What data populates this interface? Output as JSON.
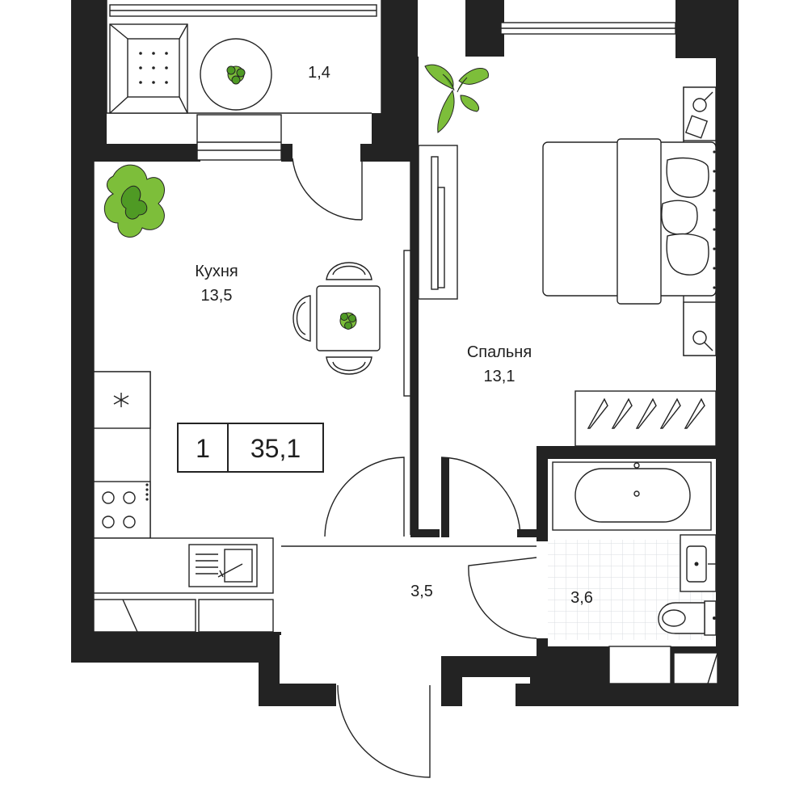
{
  "plan": {
    "rooms": [
      {
        "id": "balcony",
        "name": "",
        "area": "1,4"
      },
      {
        "id": "kitchen",
        "name": "Кухня",
        "area": "13,5"
      },
      {
        "id": "bedroom",
        "name": "Спальня",
        "area": "13,1"
      },
      {
        "id": "hall",
        "name": "",
        "area": "3,5"
      },
      {
        "id": "bathroom",
        "name": "",
        "area": "3,6"
      }
    ],
    "badge": {
      "rooms": "1",
      "total_area": "35,1"
    },
    "colors": {
      "wall": "#232323",
      "plant": "#7dbe3a",
      "plant_dark": "#4f9a24",
      "tile_grid": "#d9dde2"
    }
  }
}
